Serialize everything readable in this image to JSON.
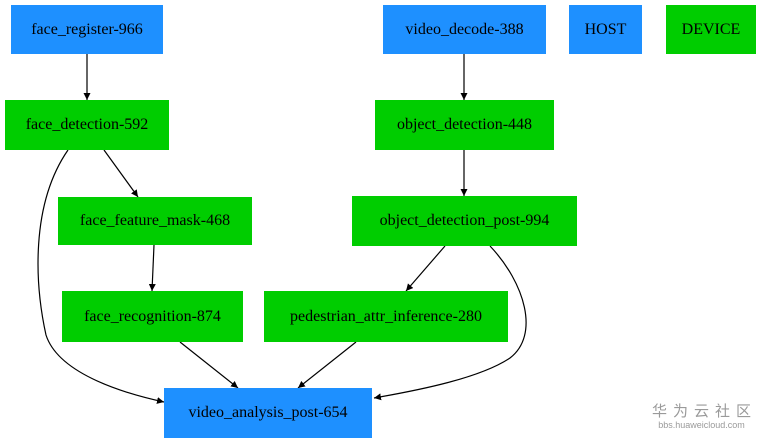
{
  "diagram": {
    "nodes": {
      "face_register": "face_register-966",
      "video_decode": "video_decode-388",
      "legend_host": "HOST",
      "legend_device": "DEVICE",
      "face_detection": "face_detection-592",
      "object_detection": "object_detection-448",
      "face_feature_mask": "face_feature_mask-468",
      "object_detection_post": "object_detection_post-994",
      "face_recognition": "face_recognition-874",
      "pedestrian_attr_inference": "pedestrian_attr_inference-280",
      "video_analysis_post": "video_analysis_post-654"
    },
    "edges": [
      {
        "from": "face_register",
        "to": "face_detection"
      },
      {
        "from": "face_detection",
        "to": "face_feature_mask"
      },
      {
        "from": "face_detection",
        "to": "video_analysis_post"
      },
      {
        "from": "face_feature_mask",
        "to": "face_recognition"
      },
      {
        "from": "face_recognition",
        "to": "video_analysis_post"
      },
      {
        "from": "video_decode",
        "to": "object_detection"
      },
      {
        "from": "object_detection",
        "to": "object_detection_post"
      },
      {
        "from": "object_detection_post",
        "to": "pedestrian_attr_inference"
      },
      {
        "from": "object_detection_post",
        "to": "video_analysis_post"
      },
      {
        "from": "pedestrian_attr_inference",
        "to": "video_analysis_post"
      }
    ],
    "colors": {
      "host": "#1e90ff",
      "device": "#00cd00",
      "edge": "#000000"
    }
  },
  "watermark": {
    "title": "华为云社区",
    "url": "bbs.huaweicloud.com"
  }
}
